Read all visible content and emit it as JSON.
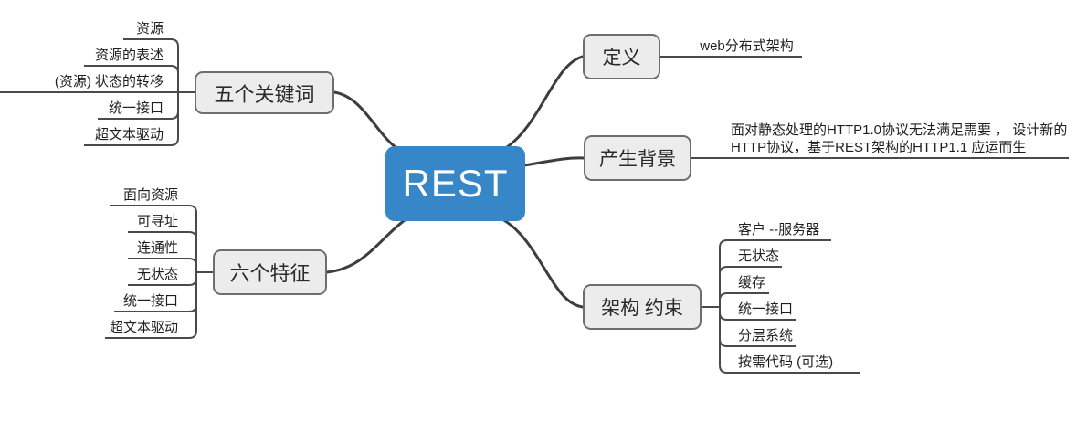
{
  "root": {
    "label": "REST"
  },
  "branches": [
    {
      "label": "五个关键词",
      "children": [
        "资源",
        "资源的表述",
        "(资源) 状态的转移",
        "统一接口",
        "超文本驱动"
      ]
    },
    {
      "label": "六个特征",
      "children": [
        "面向资源",
        "可寻址",
        "连通性",
        "无状态",
        "统一接口",
        "超文本驱动"
      ]
    },
    {
      "label": "定义",
      "children": [
        "web分布式架构"
      ]
    },
    {
      "label": "产生背景",
      "children": [
        "面对静态处理的HTTP1.0协议无法满足需要 ， 设计新的HTTP协议，基于REST架构的HTTP1.1 应运而生"
      ],
      "children_wrapped": [
        "面对静态处理的HTTP1.0协议无法满足需要 ， 设计新的",
        "HTTP协议，基于REST架构的HTTP1.1 应运而生"
      ]
    },
    {
      "label": "架构 约束",
      "children": [
        "客户 --服务器",
        "无状态",
        "缓存",
        "统一接口",
        "分层系统",
        "按需代码 (可选)"
      ]
    }
  ],
  "colors": {
    "root_bg": "#3786c8",
    "root_text": "#ffffff",
    "node_bg": "#ececec",
    "node_border": "#6e6e6e",
    "line_main": "#3d3d3d",
    "line_sub": "#4a4a4a",
    "leaf_text": "#1f1f1f"
  }
}
